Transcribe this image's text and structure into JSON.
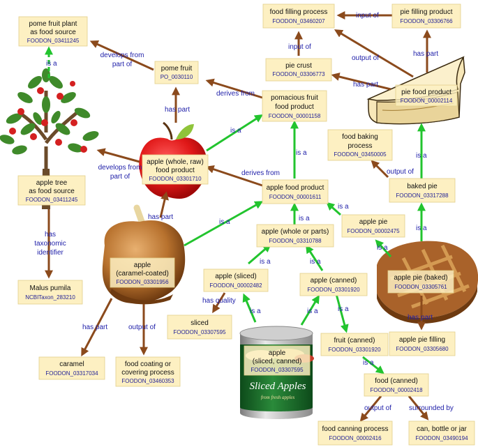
{
  "colors": {
    "is_a_edge": "#22c42e",
    "relation_edge": "#8b4a1c",
    "node_fill": "#fdf0c2",
    "node_border": "#e2cf8a",
    "id_text": "#1e1e96",
    "label_text": "#1e1ea8"
  },
  "nodes": {
    "pome_fruit_plant": {
      "name": [
        "pome fruit plant",
        "as food source"
      ],
      "id": "FOODON_03411245"
    },
    "pome_fruit": {
      "name": [
        "pome fruit"
      ],
      "id": "PO_0030110"
    },
    "food_filling_process": {
      "name": [
        "food filling process"
      ],
      "id": "FOODON_03460207"
    },
    "pie_filling_product": {
      "name": [
        "pie filling product"
      ],
      "id": "FOODON_03306766"
    },
    "pie_crust": {
      "name": [
        "pie crust"
      ],
      "id": "FOODON_03306773"
    },
    "pie_food_product": {
      "name": [
        "pie food product"
      ],
      "id": "FOODON_00002114"
    },
    "pomacious_fruit": {
      "name": [
        "pomacious fruit",
        "food product"
      ],
      "id": "FOODON_00001158"
    },
    "apple_whole_raw": {
      "name": [
        "apple (whole, raw)",
        "food product"
      ],
      "id": "FOODON_03301710"
    },
    "apple_tree": {
      "name": [
        "apple tree",
        "as food source"
      ],
      "id": "FOODON_03411245"
    },
    "food_baking_process": {
      "name": [
        "food baking",
        "process"
      ],
      "id": "FOODON_03450005"
    },
    "baked_pie": {
      "name": [
        "baked pie"
      ],
      "id": "FOODON_03317288"
    },
    "apple_food_product": {
      "name": [
        "apple food product"
      ],
      "id": "FOODON_00001611"
    },
    "apple_pie": {
      "name": [
        "apple pie"
      ],
      "id": "FOODON_00002475"
    },
    "apple_whole_parts": {
      "name": [
        "apple (whole or parts)"
      ],
      "id": "FOODON_03310788"
    },
    "apple_caramel": {
      "name": [
        "apple",
        "(caramel-coated)"
      ],
      "id": "FOODON_03301956"
    },
    "apple_sliced": {
      "name": [
        "apple (sliced)"
      ],
      "id": "FOODON_00002482"
    },
    "apple_canned": {
      "name": [
        "apple (canned)"
      ],
      "id": "FOODON_03301920"
    },
    "apple_pie_baked": {
      "name": [
        "apple pie (baked)"
      ],
      "id": "FOODON_03305761"
    },
    "malus_pumila": {
      "name": [
        "Malus pumila"
      ],
      "id": "NCBITaxon_283210"
    },
    "sliced": {
      "name": [
        "sliced"
      ],
      "id": "FOODON_03307595"
    },
    "apple_sliced_canned": {
      "name": [
        "apple",
        "(sliced, canned)"
      ],
      "id": "FOODON_03307595"
    },
    "apple_pie_filling": {
      "name": [
        "apple pie filling"
      ],
      "id": "FOODON_03305680"
    },
    "fruit_canned": {
      "name": [
        "fruit (canned)"
      ],
      "id": "FOODON_03301920"
    },
    "caramel": {
      "name": [
        "caramel"
      ],
      "id": "FOODON_03317034"
    },
    "food_coating_process": {
      "name": [
        "food coating or",
        "covering process"
      ],
      "id": "FOODON_03460353"
    },
    "food_canned": {
      "name": [
        "food (canned)"
      ],
      "id": "FOODON_00002418"
    },
    "food_canning_process": {
      "name": [
        "food canning process"
      ],
      "id": "FOODON_00002416"
    },
    "can_bottle_jar": {
      "name": [
        "can, bottle or jar"
      ],
      "id": "FOODON_03490194"
    }
  },
  "edge_labels": {
    "is_a": "is a",
    "input_of": "input of",
    "output_of": "output of",
    "has_part": "has part",
    "derives_from": "derives from",
    "develops_from": [
      "develops from",
      "part of"
    ],
    "has_quality": "has quality",
    "surrounded_by": "surrounded by",
    "has_taxonomic_identifier": [
      "has",
      "taxonomic",
      "identifier"
    ]
  },
  "can_label": {
    "brand": "Sliced Apples",
    "subtitle": "from fresh apples"
  }
}
